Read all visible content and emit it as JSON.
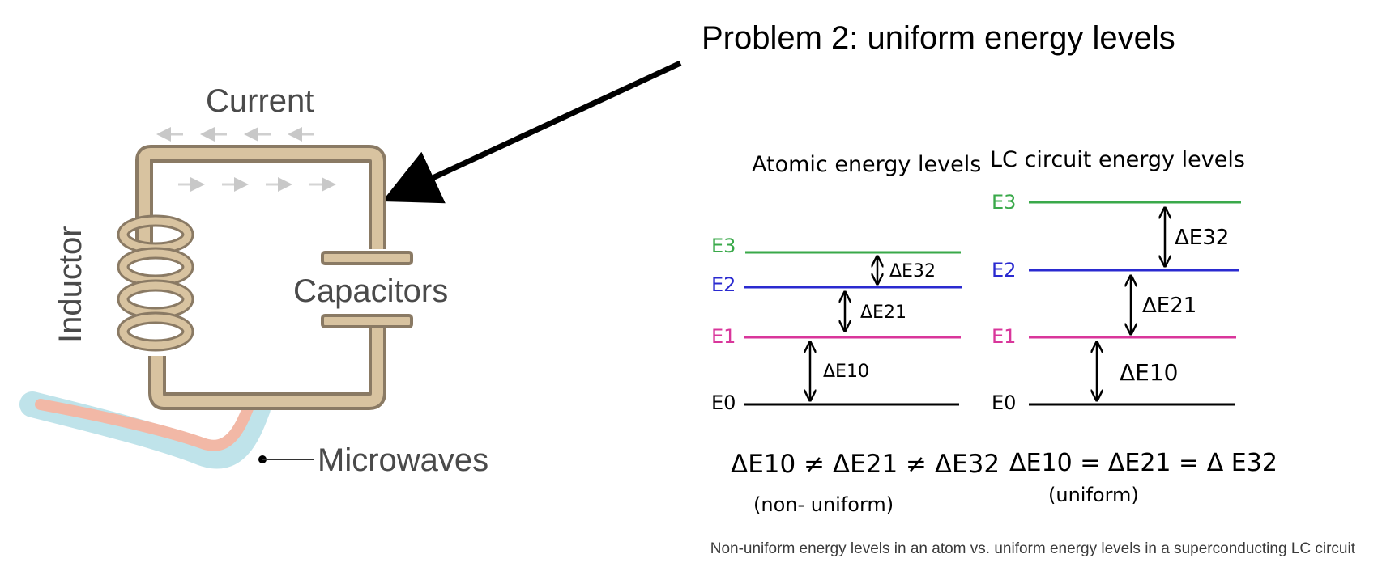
{
  "header": {
    "title": "Problem 2: uniform energy levels"
  },
  "circuit": {
    "current_label": "Current",
    "inductor_label": "Inductor",
    "capacitors_label": "Capacitors",
    "microwaves_label": "Microwaves"
  },
  "atomic": {
    "heading": "Atomic energy levels",
    "levels": [
      {
        "label": "E3",
        "color": "#3aa94a"
      },
      {
        "label": "E2",
        "color": "#2a2ad0"
      },
      {
        "label": "E1",
        "color": "#d9369b"
      },
      {
        "label": "E0",
        "color": "#000000"
      }
    ],
    "gaps": [
      "ΔE32",
      "ΔE21",
      "ΔE10"
    ],
    "relation": "ΔE10 ≠ ΔE21 ≠ ΔE32",
    "note": "(non- uniform)"
  },
  "lc": {
    "heading": "LC circuit energy levels",
    "levels": [
      {
        "label": "E3",
        "color": "#3aa94a"
      },
      {
        "label": "E2",
        "color": "#2a2ad0"
      },
      {
        "label": "E1",
        "color": "#d9369b"
      },
      {
        "label": "E0",
        "color": "#000000"
      }
    ],
    "gaps": [
      "ΔE32",
      "ΔE21",
      "ΔE10"
    ],
    "relation": "ΔE10 = ΔE21 = Δ E32",
    "note": "(uniform)"
  },
  "caption": "Non-uniform energy levels in an atom vs. uniform energy levels in a superconducting LC circuit"
}
